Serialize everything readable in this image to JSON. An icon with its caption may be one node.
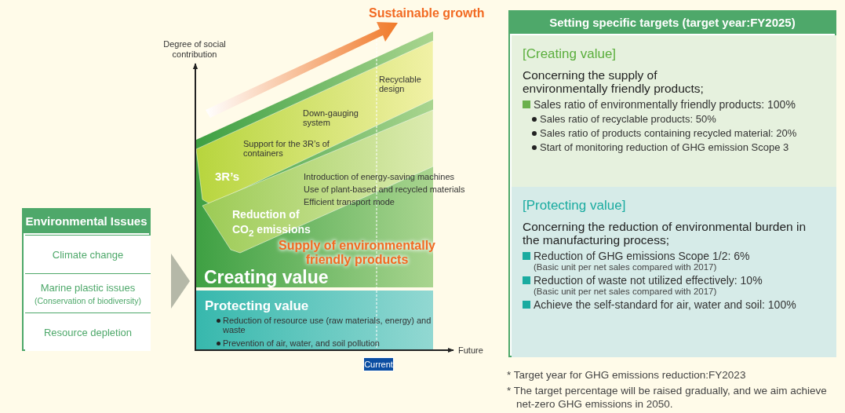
{
  "diagram": {
    "nodes": [
      {
        "text": [
          "Environmental Issues"
        ]
      },
      {
        "text": [
          "Climate change"
        ],
        "in": 0
      },
      {
        "text": [
          "Marine plastic issues",
          "(Conservation of biodiversity)"
        ],
        "in": 0
      },
      {
        "text": [
          "Resource depletion"
        ],
        "in": 0
      },
      {
        "text": [
          "Supply of environmentally friendly products",
          "Creating value"
        ]
      },
      {
        "text": [
          "3R’s",
          "Support for the 3R’s of containers",
          "Down-gauging system",
          "Recyclable design"
        ],
        "in": 4
      },
      {
        "text": [
          "Reduction of CO$_{2}$ emissions",
          "Introduction of energy-saving machines",
          "Use of plant-based and recycled materials",
          "Efficient transport mode"
        ],
        "in": 4
      },
      {
        "text": [
          "Protecting value",
          "Reduction of resource use (raw materials, energy) and waste",
          "Prevention of air, water, and soil pollution"
        ]
      },
      {
        "text": [
          "Setting specific targets (target year:FY2025)"
        ]
      },
      {
        "text": [
          "[Creating value]",
          "Concerning the supply of environmentally friendly products;",
          "Sales ratio of environmentally friendly products: 100%",
          "Sales ratio of recyclable products: 50%",
          "Sales ratio of products containing recycled material: 20%",
          "Start of monitoring reduction of GHG emission Scope 3"
        ],
        "in": 8
      },
      {
        "text": [
          "[Protecting value]",
          "Concerning the reduction of environmental burden in the manufacturing process;",
          "Reduction of GHG emissions Scope 1/2: 6%",
          "(Basic unit per net sales compared with 2017)",
          "Reduction of waste not utilized effectively: 10%",
          "(Basic unit per net sales compared with 2017)",
          "Achieve the self-standard for air, water and soil: 100%"
        ],
        "in": 8
      }
    ],
    "edges": [
      {
        "from": 0,
        "to": 4,
        "arrow": "to"
      }
    ],
    "labels": [
      "Sustainable growth",
      "Degree of social contribution",
      "Future",
      "Current",
      "* Target year for GHG emissions reduction:FY2023",
      "* The target percentage will be raised gradually, and we aim achieve net-zero GHG emissions in 2050."
    ]
  }
}
